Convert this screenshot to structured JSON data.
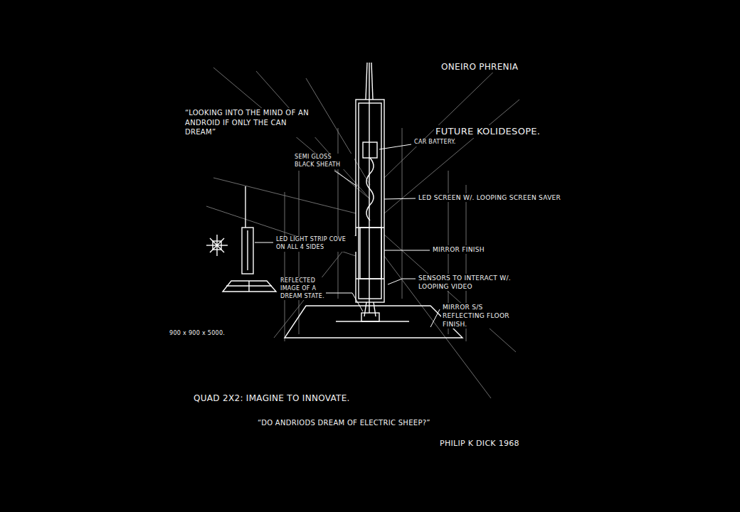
{
  "diagram": {
    "title": "ONEIRO PHRENIA",
    "labels": [
      "“LOOKING INTO THE MIND OF AN ANDROID IF ONLY THE CAN DREAM”",
      "FUTURE KOLIDESOPE.",
      "CAR BATTERY.",
      "SEMI GLOSS BLACK SHEATH",
      "LED SCREEN W/. LOOPING SCREEN SAVER",
      "LED LIGHT STRIP COVE ON ALL 4 SIDES",
      "MIRROR FINISH",
      "SENSORS TO INTERACT W/. LOOPING VIDEO",
      "REFLECTED IMAGE OF A DREAM STATE.",
      "MIRROR S/S REFLECTING FLOOR FINISH.",
      "900 x 900 x 5000.",
      "QUAD 2X2: IMAGINE TO INNOVATE.",
      "“DO ANDRIODS DREAM OF ELECTRIC SHEEP?”",
      "PHILIP K DICK 1968"
    ]
  }
}
